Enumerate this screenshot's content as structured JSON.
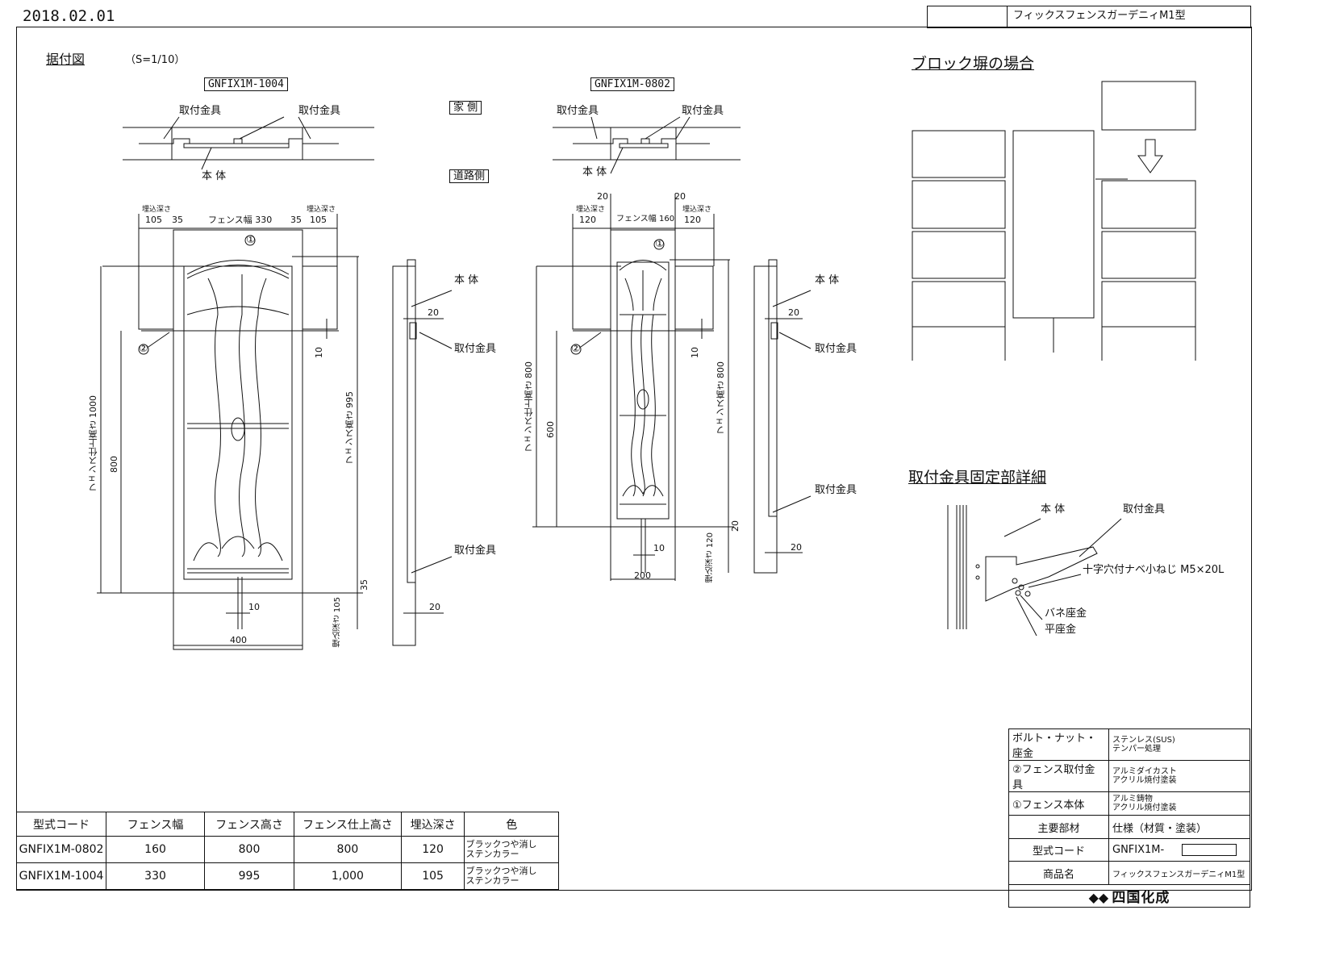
{
  "header": {
    "date": "2018.02.01",
    "product_title": "フィックスフェンスガーデニィM1型"
  },
  "installation": {
    "title": "据付図",
    "scale": "（S=1/10）",
    "house_side": "家 側",
    "road_side": "道路側"
  },
  "model_a": {
    "code_label": "GNFIX1M-1004",
    "bracket_label": "取付金具",
    "body_label": "本 体",
    "dims": {
      "embed_depth_label": "埋込深さ",
      "embed_left": "105",
      "gap_left": "35",
      "width_label": "フェンス幅 330",
      "gap_right": "35",
      "embed_right": "105",
      "finish_height": "フェンス仕上高さ 1000",
      "height_800": "800",
      "fence_height": "フェンス高さ 995",
      "ten_a": "10",
      "ten_b": "10",
      "thirty_five": "35",
      "embed_bottom": "埋込深さ 105",
      "total_width": "400",
      "side_20a": "20",
      "side_20b": "20"
    },
    "callouts": {
      "one": "①",
      "two": "②"
    }
  },
  "model_b": {
    "code_label": "GNFIX1M-0802",
    "bracket_label": "取付金具",
    "body_label": "本 体",
    "dims": {
      "twenty_left": "20",
      "twenty_right": "20",
      "embed_depth_label": "埋込深さ",
      "embed_left": "120",
      "width_label": "フェンス幅 160",
      "embed_right": "120",
      "finish_height": "フェンス仕上高さ 800",
      "height_600": "600",
      "fence_height": "フェンス高さ 800",
      "ten_a": "10",
      "ten_b": "10",
      "twenty_c": "20",
      "embed_bottom": "埋込深さ 120",
      "total_width": "200",
      "side_20a": "20",
      "side_20b": "20"
    },
    "callouts": {
      "one": "①",
      "two": "②"
    }
  },
  "block_wall": {
    "title": "ブロック塀の場合"
  },
  "detail": {
    "title": "取付金具固定部詳細",
    "body": "本 体",
    "bracket": "取付金具",
    "screw": "十字穴付ナベ小ねじ M5×20L",
    "spring_washer": "バネ座金",
    "flat_washer": "平座金"
  },
  "models_table": {
    "headers": [
      "型式コード",
      "フェンス幅",
      "フェンス高さ",
      "フェンス仕上高さ",
      "埋込深さ",
      "色"
    ],
    "rows": [
      [
        "GNFIX1M-0802",
        "160",
        "800",
        "800",
        "120",
        "ブラックつや消し\nステンカラー"
      ],
      [
        "GNFIX1M-1004",
        "330",
        "995",
        "1,000",
        "105",
        "ブラックつや消し\nステンカラー"
      ]
    ]
  },
  "spec_table": {
    "r1": {
      "part": "ボルト・ナット・座金",
      "spec": "ステンレス(SUS)\nテンパー処理"
    },
    "r2": {
      "part": "②フェンス取付金具",
      "spec": "アルミダイカスト\nアクリル焼付塗装"
    },
    "r3": {
      "part": "①フェンス本体",
      "spec": "アルミ鋳物\nアクリル焼付塗装"
    },
    "r4": {
      "part": "主要部材",
      "spec": "仕様（材質・塗装）"
    },
    "r5": {
      "part": "型式コード",
      "spec": "GNFIX1M-"
    },
    "r6": {
      "part": "商品名",
      "spec": "フィックスフェンスガーデニィM1型"
    },
    "company": "四国化成"
  }
}
